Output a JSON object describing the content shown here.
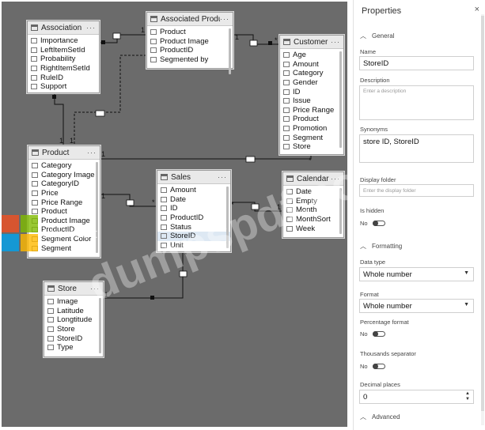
{
  "diagram": {
    "tables": [
      {
        "key": "association",
        "name": "Association",
        "fields": [
          "Importance",
          "LeftItemSetId",
          "Probability",
          "RightItemSetId",
          "RuleID",
          "Support"
        ]
      },
      {
        "key": "associated_product",
        "name": "Associated Product",
        "fields": [
          "Product",
          "Product Image",
          "ProductID",
          "Segmented by"
        ]
      },
      {
        "key": "customer",
        "name": "Customer",
        "fields": [
          "Age",
          "Amount",
          "Category",
          "Gender",
          "ID",
          "Issue",
          "Price Range",
          "Product",
          "Promotion",
          "Segment",
          "Store"
        ]
      },
      {
        "key": "product",
        "name": "Product",
        "fields": [
          "Category",
          "Category Image",
          "CategoryID",
          "Price",
          "Price Range",
          "Product",
          "Product Image",
          "ProductID",
          "Segment Color",
          "Segment"
        ]
      },
      {
        "key": "sales",
        "name": "Sales",
        "fields": [
          "Amount",
          "Date",
          "ID",
          "ProductID",
          "Status",
          "StoreID",
          "Unit"
        ]
      },
      {
        "key": "calendar",
        "name": "Calendar",
        "fields": [
          "Date",
          "Empty",
          "Month",
          "MonthSort",
          "Week"
        ]
      },
      {
        "key": "store",
        "name": "Store",
        "fields": [
          "Image",
          "Latitude",
          "Longtitude",
          "Store",
          "StoreID",
          "Type"
        ]
      }
    ],
    "more_label": "···",
    "rel_labels": {
      "one": "1",
      "many": "*"
    }
  },
  "panel": {
    "title": "Properties",
    "close": "×",
    "general": "General",
    "name_label": "Name",
    "name_value": "StoreID",
    "description_label": "Description",
    "description_placeholder": "Enter a description",
    "synonyms_label": "Synonyms",
    "synonyms_value": "store ID, StoreID",
    "display_folder_label": "Display folder",
    "display_folder_placeholder": "Enter the display folder",
    "is_hidden_label": "Is hidden",
    "is_hidden_value": "No",
    "formatting": "Formatting",
    "data_type_label": "Data type",
    "data_type_value": "Whole number",
    "format_label": "Format",
    "format_value": "Whole number",
    "percentage_label": "Percentage format",
    "percentage_value": "No",
    "thousands_label": "Thousands separator",
    "thousands_value": "No",
    "decimal_label": "Decimal places",
    "decimal_value": "0",
    "advanced": "Advanced"
  },
  "watermark": {
    "brand": "Microsoft",
    "text": "dumpspdf.com"
  },
  "colors": {
    "canvas": "#6b6b6b",
    "accent": "#0078d4",
    "ms_red": "#f25022",
    "ms_green": "#7fba00",
    "ms_blue": "#00a4ef",
    "ms_yellow": "#ffb900"
  }
}
